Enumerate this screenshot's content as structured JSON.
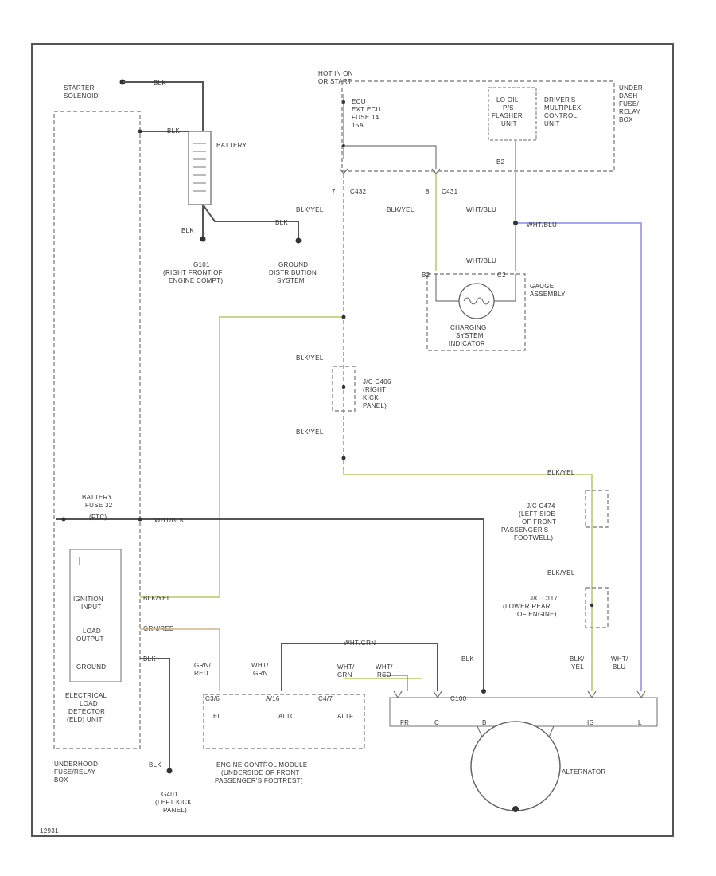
{
  "labels": {
    "starter_solenoid": [
      "STARTER",
      "SOLENOID"
    ],
    "blk_top": "BLK",
    "blk_top2": "BLK",
    "battery": "BATTERY",
    "blk_batt": "BLK",
    "blk_gnd": "BLK",
    "g101": [
      "G101",
      "(RIGHT FRONT OF",
      "ENGINE COMPT)"
    ],
    "ground_dist": [
      "GROUND",
      "DISTRIBUTION",
      "SYSTEM"
    ],
    "hot_in_on": [
      "HOT IN ON",
      "OR START"
    ],
    "ecu_fuse": [
      "ECU",
      "EXT ECU",
      "FUSE 14",
      "15A"
    ],
    "lo_oil": [
      "LO OIL",
      "P/S",
      "FLASHER",
      "UNIT"
    ],
    "driver_mcu": [
      "DRIVER'S",
      "MULTIPLEX",
      "CONTROL",
      "UNIT"
    ],
    "under_dash": [
      "UNDER-",
      "DASH",
      "FUSE/",
      "RELAY",
      "BOX"
    ],
    "c432": "C432",
    "c431": "C431",
    "pin7": "7",
    "pin8": "8",
    "pin_b2": "B2",
    "blk_yel_1": "BLK/YEL",
    "blk_yel_2": "BLK/YEL",
    "wht_blu_1": "WHT/BLU",
    "wht_blu_2": "WHT/BLU",
    "wht_blu_3": "WHT/BLU",
    "b2_conn": "B2",
    "c2_conn": "C2",
    "gauge_asm": [
      "GAUGE",
      "ASSEMBLY"
    ],
    "charging_ind": [
      "CHARGING",
      "SYSTEM",
      "INDICATOR"
    ],
    "blk_yel_3": "BLK/YEL",
    "c406": [
      "J/C C406",
      "(RIGHT",
      "KICK",
      "PANEL)"
    ],
    "blk_yel_4": "BLK/YEL",
    "blk_yel_5": "BLK/YEL",
    "c474": [
      "J/C C474",
      "(LEFT SIDE",
      "OF FRONT",
      "PASSENGER'S",
      "FOOTWELL)"
    ],
    "blk_yel_6": "BLK/YEL",
    "c117": [
      "J/C C117",
      "(LOWER REAR",
      "OF ENGINE)"
    ],
    "battery_fuse": [
      "BATTERY",
      "FUSE 32"
    ],
    "fuse_amp": "(FTC)",
    "wht_blk": "WHT/BLK",
    "ignition_input": [
      "IGNITION",
      "INPUT"
    ],
    "load_output": [
      "LOAD",
      "OUTPUT"
    ],
    "ground": "GROUND",
    "eld_wire1": "BLK/YEL",
    "eld_wire2": "GRN/RED",
    "eld_wire3": "BLK",
    "eld": [
      "ELECTRICAL",
      "LOAD",
      "DETECTOR",
      "(ELD) UNIT"
    ],
    "underhood_box": [
      "UNDERHOOD",
      "FUSE/RELAY",
      "BOX"
    ],
    "blk_g401": "BLK",
    "g401": [
      "G401",
      "(LEFT KICK",
      "PANEL)"
    ],
    "grn_red": [
      "GRN/",
      "RED"
    ],
    "wht_grn_1": [
      "WHT/",
      "GRN"
    ],
    "wht_grn_top": "WHT/GRN",
    "wht_grn_2": "WHT/",
    "wht_red": "WHT/",
    "wht_grn_2b": "GRN",
    "wht_red_b": "RED",
    "blk_alt": "BLK",
    "blk_yel_alt": [
      "BLK/",
      "YEL"
    ],
    "wht_blu_alt": [
      "WHT/",
      "BLU"
    ],
    "ecm_pins": [
      "C3/6",
      "A/16",
      "C4/7"
    ],
    "ecm_el": "EL",
    "ecm_altc": "ALTC",
    "ecm_altf": "ALTF",
    "ecm": [
      "ENGINE CONTROL MODULE",
      "(UNDERSIDE OF FRONT",
      "PASSENGER'S FOOTREST)"
    ],
    "alt_pins": [
      "FR",
      "C",
      "B",
      "IG",
      "L"
    ],
    "alt_pin_c": "C",
    "alternator": "ALTERNATOR",
    "c100": "C100",
    "fig_id": "12931"
  }
}
